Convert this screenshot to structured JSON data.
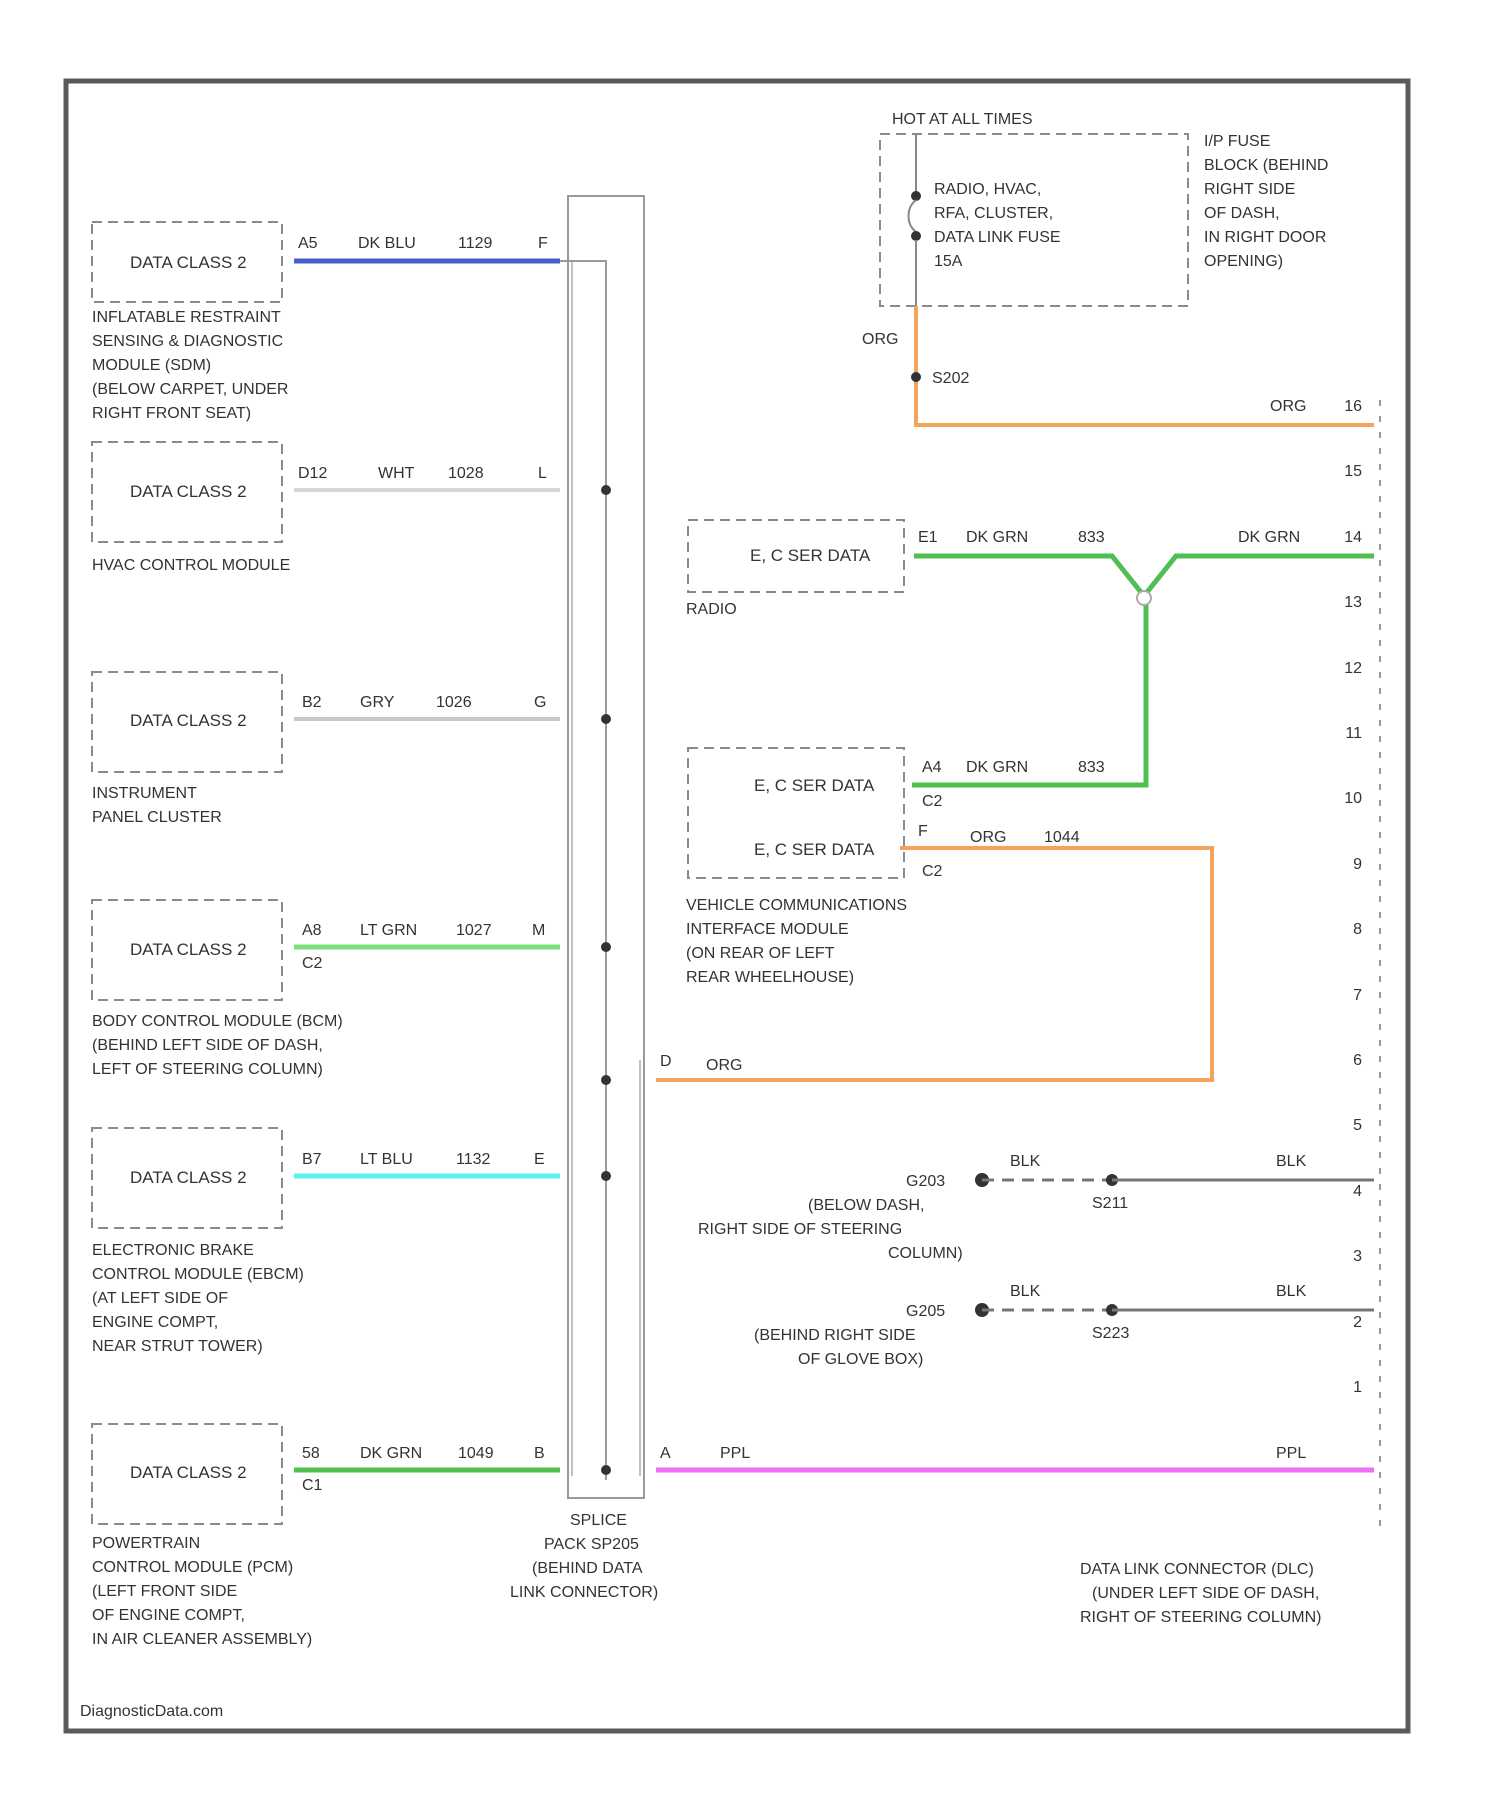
{
  "footer": "DiagnosticData.com",
  "colors": {
    "border": "#5a5a5a",
    "dk_blu": "#4a5fc8",
    "wht": "#d6d6d6",
    "gry": "#c8c8c8",
    "lt_grn": "#7be07b",
    "lt_blu": "#5cf0f0",
    "dk_grn": "#4fbf4f",
    "org": "#f4a45a",
    "blk": "#777777",
    "ppl": "#f26ef2"
  },
  "left_modules": [
    {
      "box": "DATA CLASS 2",
      "pin": "A5",
      "color_label": "DK BLU",
      "circuit": "1129",
      "splice_pin": "F",
      "connector": "",
      "desc": [
        "INFLATABLE RESTRAINT",
        "SENSING & DIAGNOSTIC",
        "MODULE (SDM)",
        "(BELOW CARPET, UNDER",
        "RIGHT FRONT SEAT)"
      ]
    },
    {
      "box": "DATA CLASS 2",
      "pin": "D12",
      "color_label": "WHT",
      "circuit": "1028",
      "splice_pin": "L",
      "connector": "",
      "desc": [
        "HVAC CONTROL MODULE"
      ]
    },
    {
      "box": "DATA CLASS 2",
      "pin": "B2",
      "color_label": "GRY",
      "circuit": "1026",
      "splice_pin": "G",
      "connector": "",
      "desc": [
        "INSTRUMENT",
        "PANEL CLUSTER"
      ]
    },
    {
      "box": "DATA CLASS 2",
      "pin": "A8",
      "color_label": "LT GRN",
      "circuit": "1027",
      "splice_pin": "M",
      "connector": "C2",
      "desc": [
        "BODY CONTROL MODULE (BCM)",
        "(BEHIND LEFT SIDE OF DASH,",
        "LEFT OF STEERING COLUMN)"
      ]
    },
    {
      "box": "DATA CLASS 2",
      "pin": "B7",
      "color_label": "LT BLU",
      "circuit": "1132",
      "splice_pin": "E",
      "connector": "",
      "desc": [
        "ELECTRONIC BRAKE",
        "CONTROL MODULE (EBCM)",
        "(AT LEFT SIDE OF",
        "ENGINE COMPT,",
        "NEAR STRUT TOWER)"
      ]
    },
    {
      "box": "DATA CLASS 2",
      "pin": "58",
      "color_label": "DK GRN",
      "circuit": "1049",
      "splice_pin": "B",
      "connector": "C1",
      "desc": [
        "POWERTRAIN",
        "CONTROL MODULE (PCM)",
        "(LEFT FRONT SIDE",
        "OF ENGINE COMPT,",
        "IN AIR CLEANER ASSEMBLY)"
      ]
    }
  ],
  "splice": {
    "label": [
      "SPLICE",
      "PACK SP205",
      "(BEHIND DATA",
      "LINK CONNECTOR)"
    ],
    "out_d_pin": "D",
    "out_d_color": "ORG",
    "out_a_pin": "A",
    "out_a_color": "PPL"
  },
  "fuse": {
    "hot": "HOT AT ALL TIMES",
    "fuse_text": [
      "RADIO, HVAC,",
      "RFA, CLUSTER,",
      "DATA LINK FUSE",
      "15A"
    ],
    "location": [
      "I/P FUSE",
      "BLOCK (BEHIND",
      "RIGHT SIDE",
      "OF DASH,",
      "IN RIGHT DOOR",
      "OPENING)"
    ],
    "wire_color": "ORG",
    "splice": "S202"
  },
  "radio": {
    "box": "E, C SER DATA",
    "pin": "E1",
    "color_label": "DK GRN",
    "circuit": "833",
    "desc": [
      "RADIO"
    ]
  },
  "vcim": {
    "box1": "E, C SER DATA",
    "pin1": "A4",
    "color1": "DK GRN",
    "circuit1": "833",
    "conn1": "C2",
    "box2": "E, C SER DATA",
    "pin2": "F",
    "color2": "ORG",
    "circuit2": "1044",
    "conn2": "C2",
    "desc": [
      "VEHICLE COMMUNICATIONS",
      "INTERFACE MODULE",
      "(ON REAR OF LEFT",
      "REAR WHEELHOUSE)"
    ]
  },
  "dlc": {
    "pins": [
      "16",
      "15",
      "14",
      "13",
      "12",
      "11",
      "10",
      "9",
      "8",
      "7",
      "6",
      "5",
      "4",
      "3",
      "2",
      "1"
    ],
    "pin16_color": "ORG",
    "pin14_color": "DK GRN",
    "pin2_color": "PPL",
    "desc": [
      "DATA LINK CONNECTOR (DLC)",
      "(UNDER LEFT SIDE OF DASH,",
      "RIGHT OF STEERING COLUMN)"
    ]
  },
  "grounds": [
    {
      "ground": "G203",
      "color_label": "BLK",
      "splice": "S211",
      "dlc_color": "BLK",
      "dlc_pin": "5",
      "desc": [
        "(BELOW DASH,",
        "RIGHT SIDE OF STEERING",
        "COLUMN)"
      ]
    },
    {
      "ground": "G205",
      "color_label": "BLK",
      "splice": "S223",
      "dlc_color": "BLK",
      "dlc_pin": "4",
      "desc": [
        "(BEHIND RIGHT SIDE",
        "OF GLOVE BOX)"
      ]
    }
  ]
}
